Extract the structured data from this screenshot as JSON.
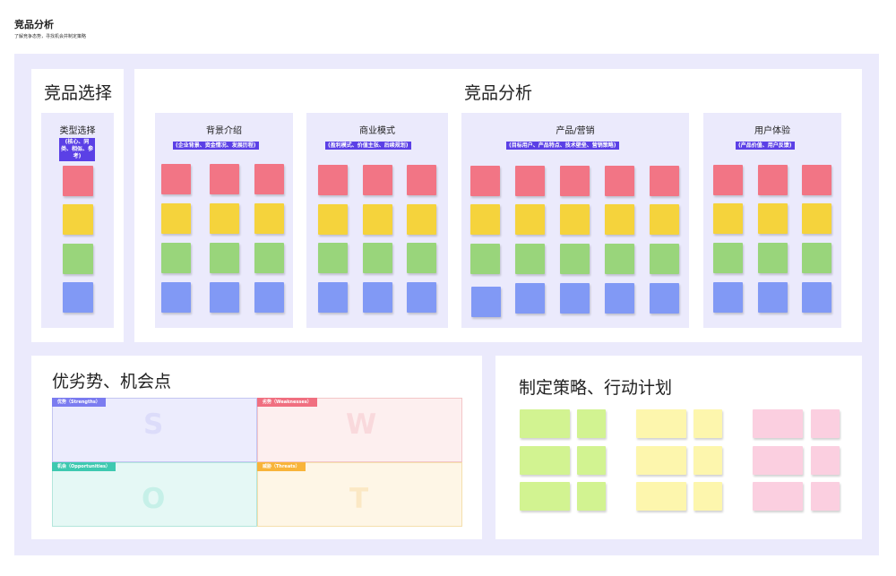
{
  "header": {
    "title": "竞品分析",
    "subtitle": "了解竞争态势，寻找机会并制定策略"
  },
  "selection": {
    "title": "竞品选择",
    "column": {
      "title": "类型选择",
      "tag": "(核心、同类、相似、参考)"
    }
  },
  "analysis": {
    "title": "竞品分析",
    "columns": [
      {
        "title": "背景介绍",
        "tag": "(企业背景、资金情况、发展历程)"
      },
      {
        "title": "商业模式",
        "tag": "(盈利模式、价值主张、后续规划)"
      },
      {
        "title": "产品/营销",
        "tag": "(目标用户、产品特点、技术壁垒、营销策略)"
      },
      {
        "title": "用户体验",
        "tag": "(产品价值、用户反馈)"
      }
    ]
  },
  "swot": {
    "title": "优劣势、机会点",
    "quadrants": [
      {
        "label": "优势（Strengths）",
        "letter": "S",
        "color": "#7b7cf0"
      },
      {
        "label": "劣势（Weaknesses）",
        "letter": "W",
        "color": "#f06f80"
      },
      {
        "label": "机会（Opportunities）",
        "letter": "O",
        "color": "#3ec9b0"
      },
      {
        "label": "威胁（Threats）",
        "letter": "T",
        "color": "#f8b43a"
      }
    ]
  },
  "strategy": {
    "title": "制定策略、行动计划"
  },
  "colors": {
    "accent": "#5b40e6",
    "board": "#ebeafc",
    "note_red": "#f27585",
    "note_yellow": "#f5d33c",
    "note_green": "#99d57b",
    "note_blue": "#8199f5",
    "note_lime": "#d2f391",
    "note_cream": "#fdf6ad",
    "note_pink": "#fbcfe0"
  }
}
